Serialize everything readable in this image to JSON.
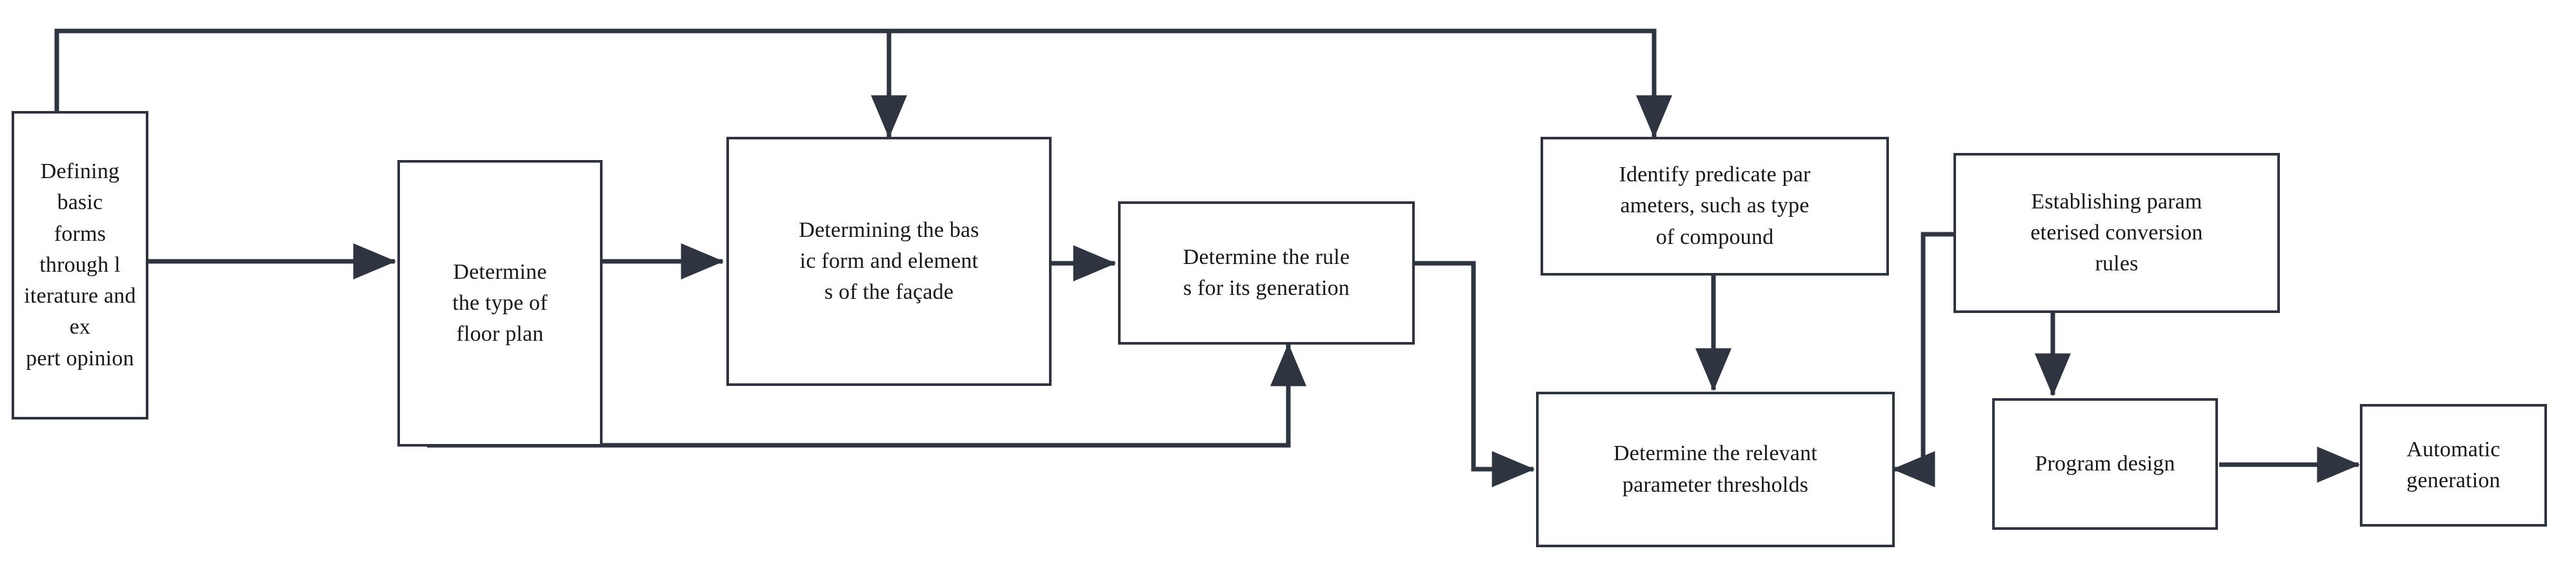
{
  "diagram": {
    "type": "flowchart",
    "background_color": "#ffffff",
    "node_border_color": "#2e3440",
    "edge_color": "#2e3440",
    "text_color": "#14181d",
    "nodes": [
      {
        "id": "defining-basic-forms",
        "label": "Defining basic\nforms through l\niterature and ex\npert opinion"
      },
      {
        "id": "determine-floor-plan-type",
        "label": "Determine\nthe type of\nfloor plan"
      },
      {
        "id": "determining-facade-form",
        "label": "Determining the bas\nic form and element\ns of the façade"
      },
      {
        "id": "determine-generation-rules",
        "label": "Determine the rule\ns for its generation"
      },
      {
        "id": "identify-predicate-parameters",
        "label": "Identify predicate par\nameters, such as type\nof compound"
      },
      {
        "id": "establishing-conversion-rules",
        "label": "Establishing param\neterised conversion\nrules"
      },
      {
        "id": "determine-parameter-thresholds",
        "label": "Determine the relevant\nparameter thresholds"
      },
      {
        "id": "program-design",
        "label": "Program design"
      },
      {
        "id": "automatic-generation",
        "label": "Automatic\ngeneration"
      }
    ],
    "edges": [
      {
        "from": "defining-basic-forms",
        "to": "determine-floor-plan-type",
        "style": "straight-right-arrow"
      },
      {
        "from": "determine-floor-plan-type",
        "to": "determining-facade-form",
        "style": "straight-right-arrow"
      },
      {
        "from": "determining-facade-form",
        "to": "determine-generation-rules",
        "style": "straight-right-arrow"
      },
      {
        "from": "defining-basic-forms",
        "to": "determining-facade-form",
        "style": "top-routed-down-arrow"
      },
      {
        "from": "defining-basic-forms",
        "to": "identify-predicate-parameters",
        "style": "top-routed-down-arrow"
      },
      {
        "from": "determine-floor-plan-type",
        "to": "determine-generation-rules",
        "style": "bottom-routed-up-arrow"
      },
      {
        "from": "determine-generation-rules",
        "to": "determine-parameter-thresholds",
        "style": "right-routed-down-right-arrow"
      },
      {
        "from": "identify-predicate-parameters",
        "to": "determine-parameter-thresholds",
        "style": "straight-down-arrow"
      },
      {
        "from": "establishing-conversion-rules",
        "to": "determine-parameter-thresholds",
        "style": "left-routed-down-left-arrow"
      },
      {
        "from": "establishing-conversion-rules",
        "to": "program-design",
        "style": "straight-down-arrow"
      },
      {
        "from": "program-design",
        "to": "automatic-generation",
        "style": "straight-right-arrow"
      }
    ]
  }
}
